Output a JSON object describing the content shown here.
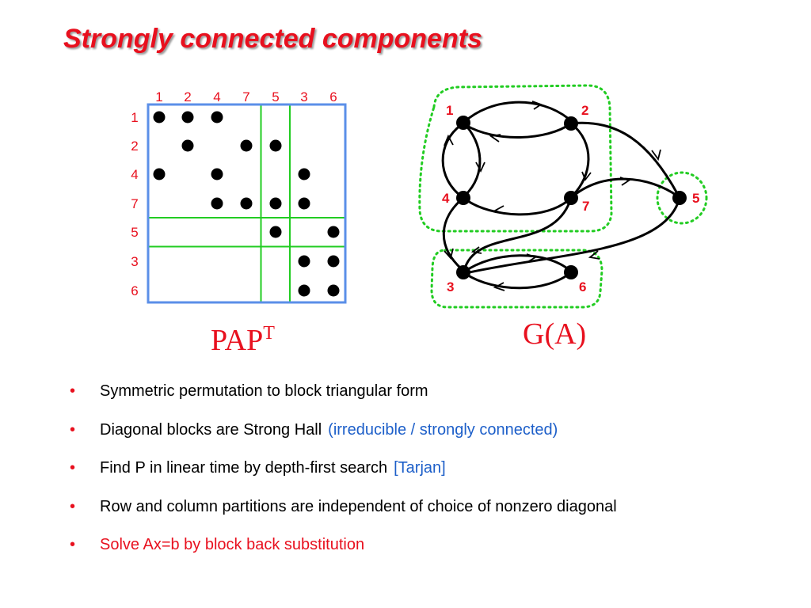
{
  "title": "Strongly connected components",
  "matrix": {
    "caption": "PAP",
    "caption_sup": "T",
    "column_labels": [
      "1",
      "2",
      "4",
      "7",
      "5",
      "3",
      "6"
    ],
    "row_labels": [
      "1",
      "2",
      "4",
      "7",
      "5",
      "3",
      "6"
    ],
    "nonzero_pattern": [
      [
        1,
        1,
        1,
        0,
        0,
        0,
        0
      ],
      [
        0,
        1,
        0,
        1,
        1,
        0,
        0
      ],
      [
        1,
        0,
        1,
        0,
        0,
        1,
        0
      ],
      [
        0,
        0,
        1,
        1,
        1,
        1,
        0
      ],
      [
        0,
        0,
        0,
        0,
        1,
        0,
        1
      ],
      [
        0,
        0,
        0,
        0,
        0,
        1,
        1
      ],
      [
        0,
        0,
        0,
        0,
        0,
        1,
        1
      ]
    ],
    "block_boundaries_after": [
      4,
      5
    ],
    "colors": {
      "frame": "#5b8fe8",
      "partition": "#22cc22",
      "labels": "#e8101e",
      "dots": "#000000"
    }
  },
  "graph": {
    "caption": "G(A)",
    "vertices": [
      "1",
      "2",
      "4",
      "7",
      "5",
      "3",
      "6"
    ],
    "components": [
      [
        "1",
        "2",
        "4",
        "7"
      ],
      [
        "5"
      ],
      [
        "3",
        "6"
      ]
    ],
    "colors": {
      "component_outline": "#22cc22",
      "labels": "#e8101e",
      "edges": "#000000"
    }
  },
  "bullets": [
    {
      "text": "Symmetric permutation to block triangular form",
      "note": "",
      "style": "normal"
    },
    {
      "text": "Diagonal blocks are Strong Hall",
      "note": "(irreducible / strongly connected)",
      "style": "normal"
    },
    {
      "text": "Find P in linear time by depth-first search",
      "note": "[Tarjan]",
      "style": "normal"
    },
    {
      "text": "Row and column partitions are independent of choice of nonzero diagonal",
      "note": "",
      "style": "normal"
    },
    {
      "text": "Solve Ax=b by block back substitution",
      "note": "",
      "style": "red"
    }
  ],
  "bullet_glyph": "•"
}
